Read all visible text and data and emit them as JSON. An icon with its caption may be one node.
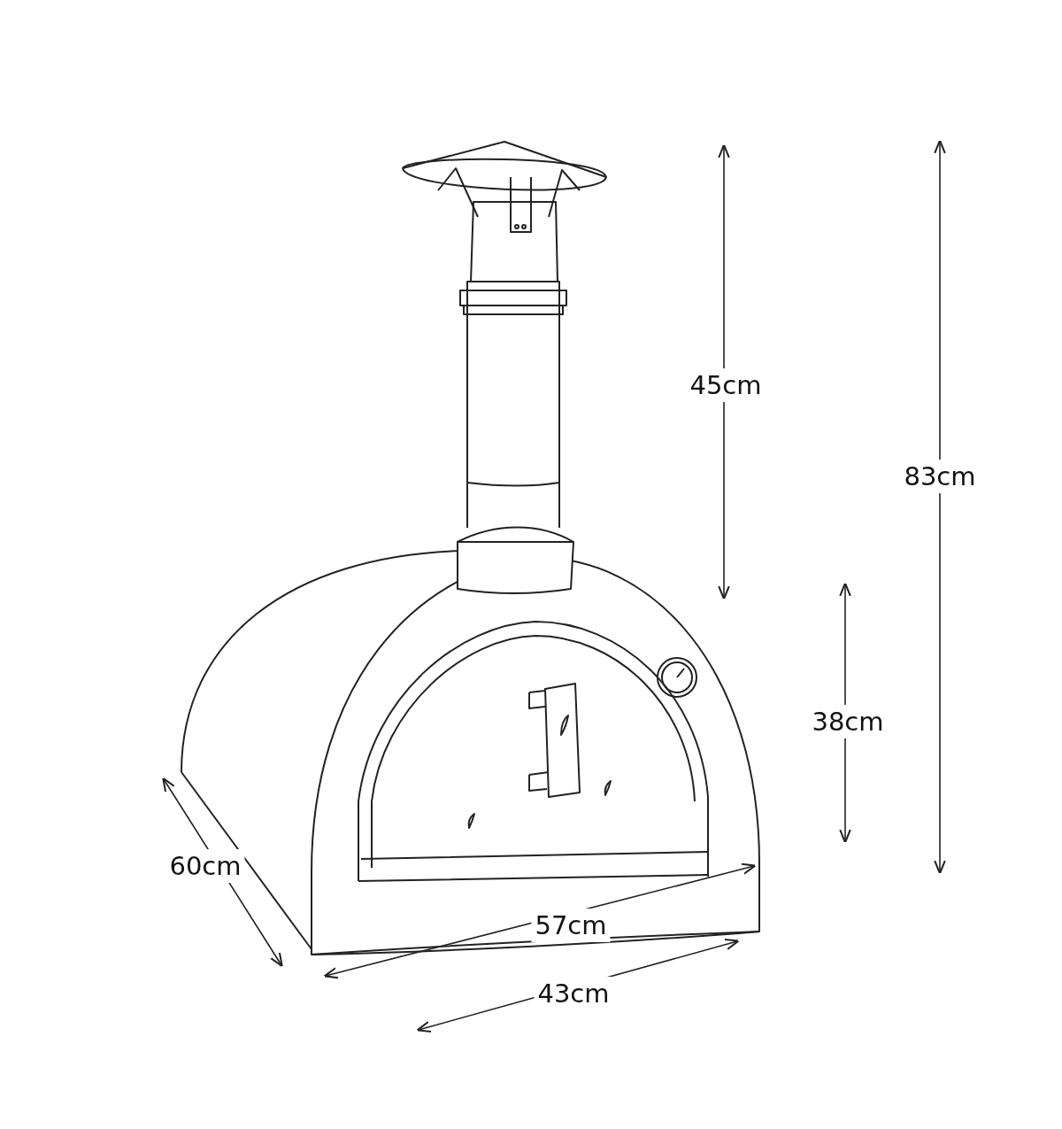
{
  "diagram": {
    "labels": [
      "45cm",
      "83cm",
      "38cm",
      "60cm",
      "57cm",
      "43cm"
    ]
  }
}
